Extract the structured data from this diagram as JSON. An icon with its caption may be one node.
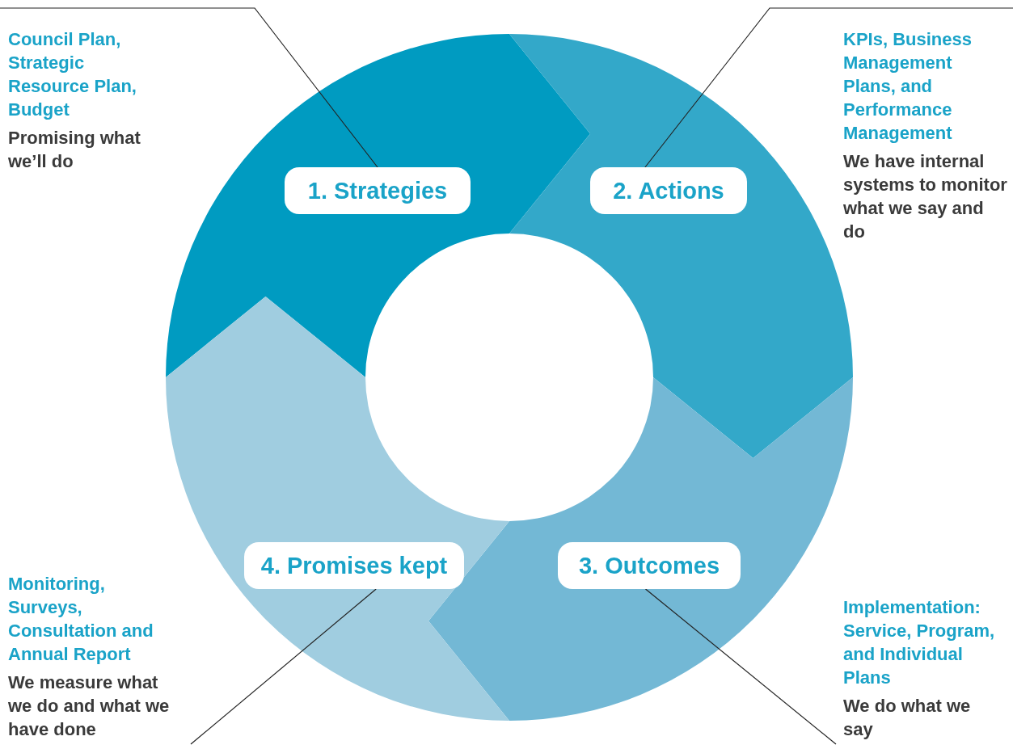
{
  "diagram": {
    "nodes": [
      {
        "text": [
          "1. Strategies"
        ]
      },
      {
        "text": [
          "2. Actions"
        ]
      },
      {
        "text": [
          "3. Outcomes"
        ]
      },
      {
        "text": [
          "4. Promises kept"
        ]
      },
      {
        "text": [
          "Council Plan, Strategic Resource Plan, Budget",
          "Promising what we’ll do"
        ]
      },
      {
        "text": [
          "KPIs, Business Management Plans, and Performance Management",
          "We have internal systems to monitor what we say and do"
        ]
      },
      {
        "text": [
          "Monitoring, Surveys, Consultation and Annual Report",
          "We measure what we do and what we have done"
        ]
      },
      {
        "text": [
          "Implementation: Service, Program, and Individual Plans",
          "We do what we say"
        ]
      }
    ],
    "edges": [
      {
        "from": 4,
        "to": 0,
        "arrow": "none"
      },
      {
        "from": 5,
        "to": 1,
        "arrow": "none"
      },
      {
        "from": 6,
        "to": 3,
        "arrow": "none"
      },
      {
        "from": 7,
        "to": 2,
        "arrow": "none"
      }
    ]
  }
}
